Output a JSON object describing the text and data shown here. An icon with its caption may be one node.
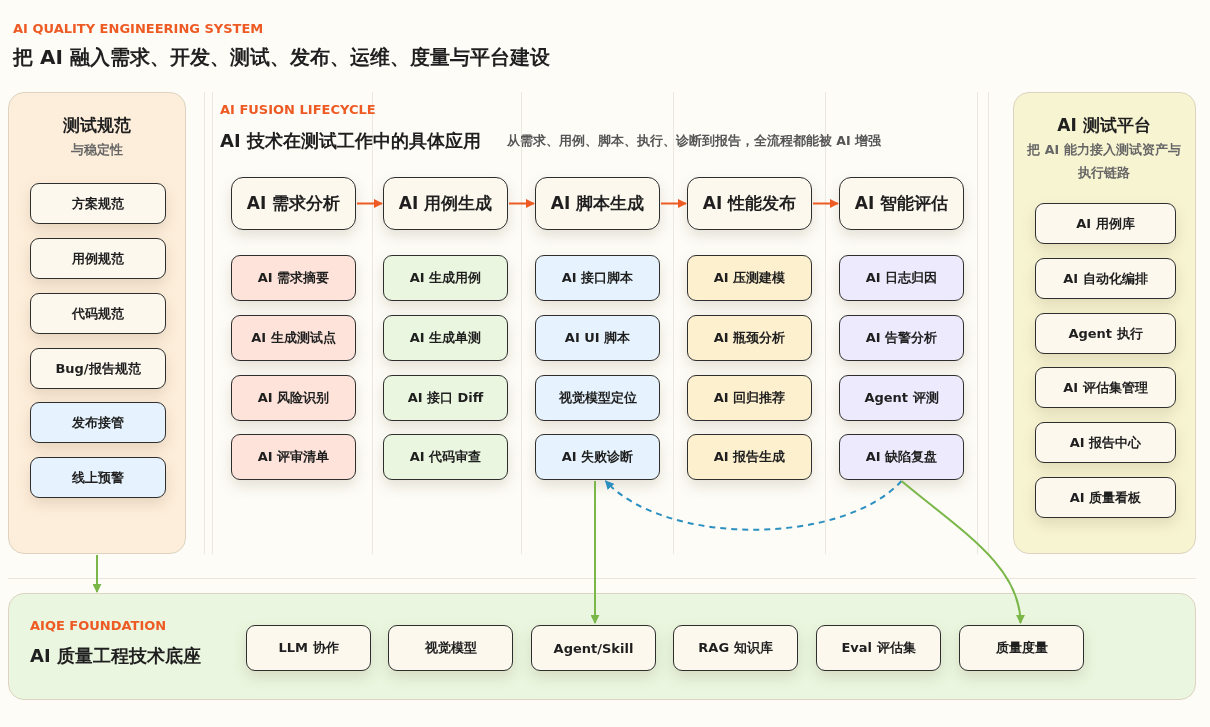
{
  "diagram": {
    "title": "把 AI 融入需求、开发、测试、发布、运维、度量与平台建设",
    "nodes": [
      {
        "text": [
          "测试规范",
          "与稳定性"
        ]
      },
      {
        "text": [
          "方案规范"
        ],
        "in": 0
      },
      {
        "text": [
          "用例规范"
        ],
        "in": 0
      },
      {
        "text": [
          "代码规范"
        ],
        "in": 0
      },
      {
        "text": [
          "Bug/报告规范"
        ],
        "in": 0
      },
      {
        "text": [
          "发布接管"
        ],
        "in": 0
      },
      {
        "text": [
          "线上预警"
        ],
        "in": 0
      },
      {
        "text": [
          "AI 需求分析"
        ]
      },
      {
        "text": [
          "AI 用例生成"
        ]
      },
      {
        "text": [
          "AI 脚本生成"
        ]
      },
      {
        "text": [
          "AI 性能发布"
        ]
      },
      {
        "text": [
          "AI 智能评估"
        ]
      },
      {
        "text": [
          "AI 需求摘要"
        ]
      },
      {
        "text": [
          "AI 生成用例"
        ]
      },
      {
        "text": [
          "AI 接口脚本"
        ]
      },
      {
        "text": [
          "AI 压测建模"
        ]
      },
      {
        "text": [
          "AI 日志归因"
        ]
      },
      {
        "text": [
          "AI 生成测试点"
        ]
      },
      {
        "text": [
          "AI 生成单测"
        ]
      },
      {
        "text": [
          "AI UI 脚本"
        ]
      },
      {
        "text": [
          "AI 瓶颈分析"
        ]
      },
      {
        "text": [
          "AI 告警分析"
        ]
      },
      {
        "text": [
          "AI 风险识别"
        ]
      },
      {
        "text": [
          "AI 接口 Diff"
        ]
      },
      {
        "text": [
          "视觉模型定位"
        ]
      },
      {
        "text": [
          "AI 回归推荐"
        ]
      },
      {
        "text": [
          "Agent 评测"
        ]
      },
      {
        "text": [
          "AI 评审清单"
        ]
      },
      {
        "text": [
          "AI 代码审查"
        ]
      },
      {
        "text": [
          "AI 失败诊断"
        ]
      },
      {
        "text": [
          "AI 报告生成"
        ]
      },
      {
        "text": [
          "AI 缺陷复盘"
        ]
      },
      {
        "text": [
          "AI 测试平台",
          "把 AI 能力接入测试资产与执行链路"
        ]
      },
      {
        "text": [
          "AI 用例库"
        ],
        "in": 32
      },
      {
        "text": [
          "AI 自动化编排"
        ],
        "in": 32
      },
      {
        "text": [
          "Agent 执行"
        ],
        "in": 32
      },
      {
        "text": [
          "AI 评估集管理"
        ],
        "in": 32
      },
      {
        "text": [
          "AI 报告中心"
        ],
        "in": 32
      },
      {
        "text": [
          "AI 质量看板"
        ],
        "in": 32
      },
      {
        "text": [
          "AIQE FOUNDATION",
          "AI 质量工程技术底座"
        ]
      },
      {
        "text": [
          "LLM 协作"
        ],
        "in": 39
      },
      {
        "text": [
          "视觉模型"
        ],
        "in": 39
      },
      {
        "text": [
          "Agent/Skill"
        ],
        "in": 39
      },
      {
        "text": [
          "RAG 知识库"
        ],
        "in": 39
      },
      {
        "text": [
          "Eval 评估集"
        ],
        "in": 39
      },
      {
        "text": [
          "质量度量"
        ],
        "in": 39
      }
    ],
    "edges": [
      {
        "from": 7,
        "to": 8,
        "arrow": "to"
      },
      {
        "from": 8,
        "to": 9,
        "arrow": "to"
      },
      {
        "from": 9,
        "to": 10,
        "arrow": "to"
      },
      {
        "from": 10,
        "to": 11,
        "arrow": "to"
      },
      {
        "from": 0,
        "to": 39,
        "arrow": "to",
        "color": "#7ab648"
      },
      {
        "from": 29,
        "to": 42,
        "arrow": "to",
        "color": "#7ab648"
      },
      {
        "from": 31,
        "to": 29,
        "arrow": "to",
        "style": "dashed",
        "color": "#2b8fc0"
      },
      {
        "from": 31,
        "to": 45,
        "arrow": "to",
        "color": "#7ab648"
      }
    ],
    "labels": [
      "AI QUALITY ENGINEERING SYSTEM",
      "AI FUSION LIFECYCLE",
      "AI 技术在测试工作中的具体应用",
      "从需求、用例、脚本、执行、诊断到报告，全流程都能被 AI 增强"
    ]
  }
}
